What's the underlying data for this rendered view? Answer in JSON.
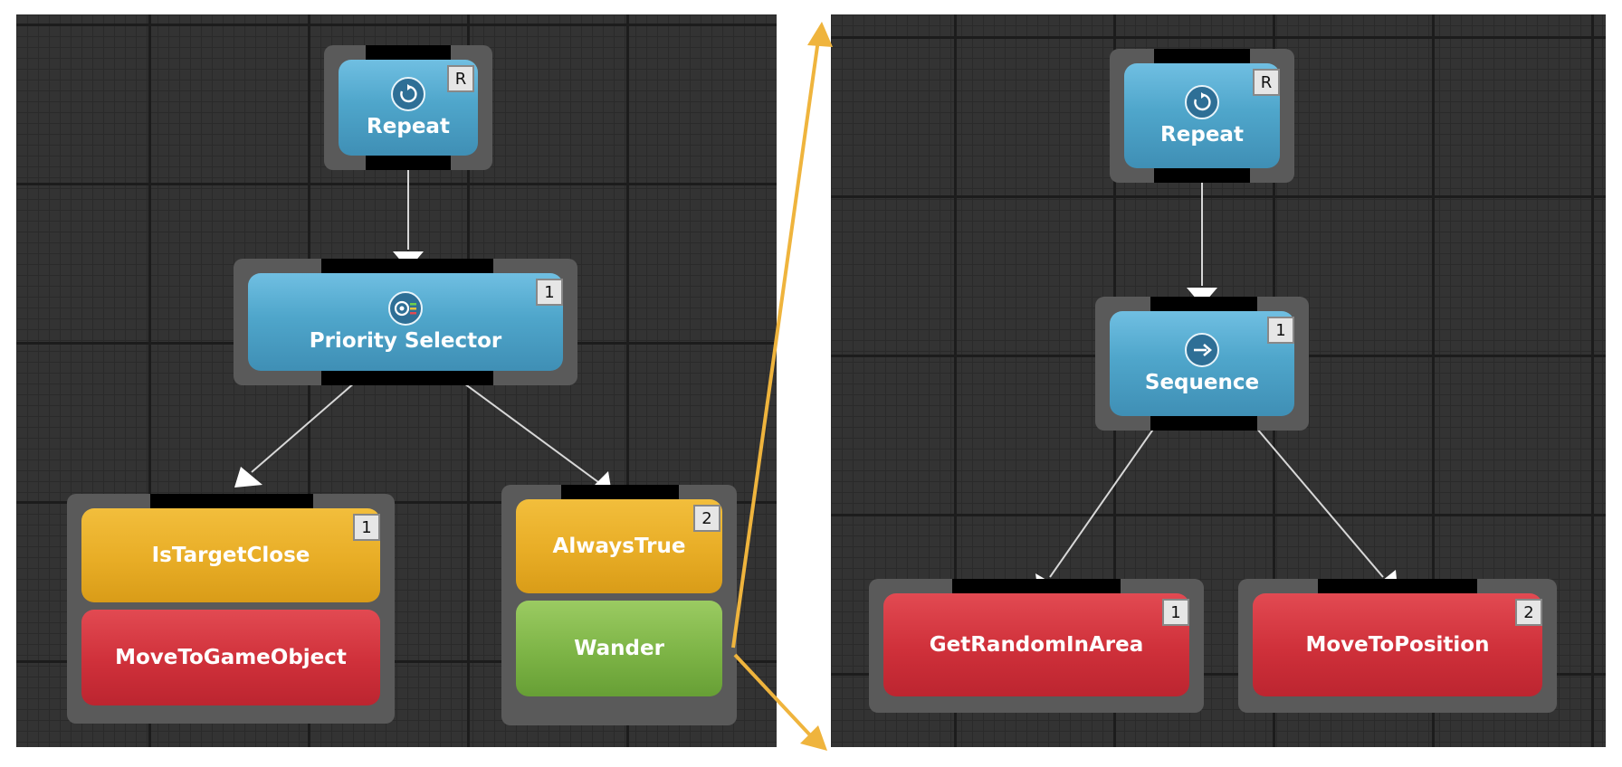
{
  "colors": {
    "composite": "#4fa6cb",
    "conditional": "#e8ad26",
    "action": "#cf303a",
    "wander": "#7db446",
    "callout_arrow": "#efb43d",
    "link": "#d8d8d8"
  },
  "left_tree": {
    "root": {
      "label": "Repeat",
      "badge": "R",
      "icon": "repeat-icon"
    },
    "selector": {
      "label": "Priority Selector",
      "badge": "1",
      "icon": "priority-selector-icon"
    },
    "branch1": {
      "badge": "1",
      "condition": "IsTargetClose",
      "action": "MoveToGameObject"
    },
    "branch2": {
      "badge": "2",
      "condition": "AlwaysTrue",
      "action": "Wander"
    }
  },
  "right_tree": {
    "root": {
      "label": "Repeat",
      "badge": "R",
      "icon": "repeat-icon"
    },
    "sequence": {
      "label": "Sequence",
      "badge": "1",
      "icon": "sequence-arrow-icon"
    },
    "child1": {
      "label": "GetRandomInArea",
      "badge": "1"
    },
    "child2": {
      "label": "MoveToPosition",
      "badge": "2"
    }
  }
}
